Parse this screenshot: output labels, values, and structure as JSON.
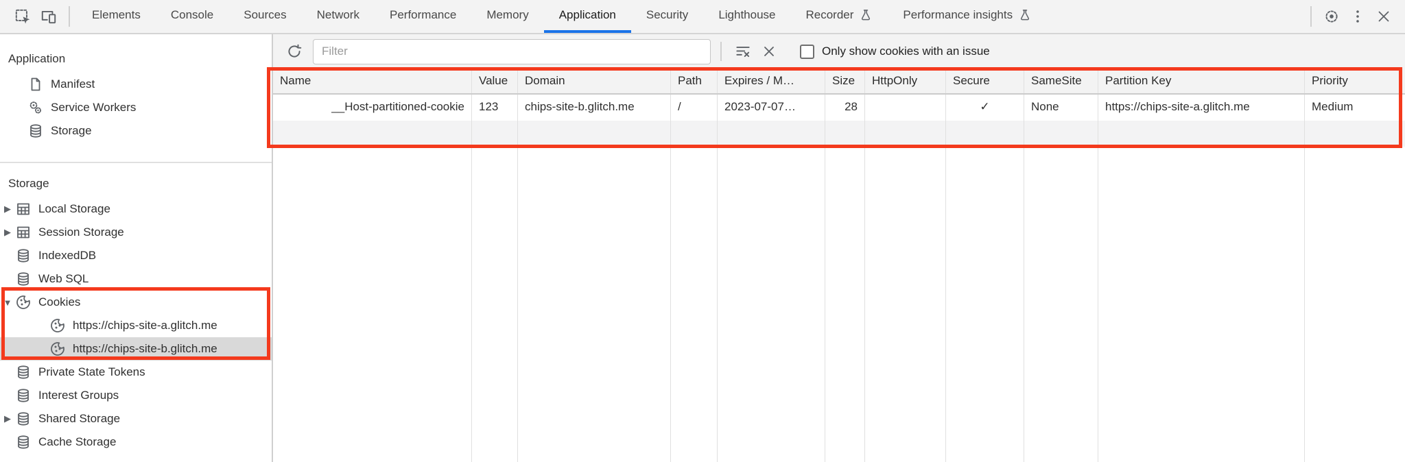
{
  "toolbar": {
    "tabs": [
      {
        "label": "Elements"
      },
      {
        "label": "Console"
      },
      {
        "label": "Sources"
      },
      {
        "label": "Network"
      },
      {
        "label": "Performance"
      },
      {
        "label": "Memory"
      },
      {
        "label": "Application",
        "selected": true
      },
      {
        "label": "Security"
      },
      {
        "label": "Lighthouse"
      },
      {
        "label": "Recorder",
        "flask": true
      },
      {
        "label": "Performance insights",
        "flask": true
      }
    ]
  },
  "sidebar": {
    "sections": [
      {
        "title": "Application",
        "items": [
          {
            "label": "Manifest",
            "icon": "manifest-file-icon"
          },
          {
            "label": "Service Workers",
            "icon": "service-workers-gears-icon"
          },
          {
            "label": "Storage",
            "icon": "database-icon"
          }
        ]
      },
      {
        "title": "Storage",
        "items": [
          {
            "label": "Local Storage",
            "icon": "table-grid-icon",
            "expander": "collapsed"
          },
          {
            "label": "Session Storage",
            "icon": "table-grid-icon",
            "expander": "collapsed"
          },
          {
            "label": "IndexedDB",
            "icon": "database-icon"
          },
          {
            "label": "Web SQL",
            "icon": "database-icon"
          },
          {
            "label": "Cookies",
            "icon": "cookie-icon",
            "expander": "expanded"
          },
          {
            "label": "https://chips-site-a.glitch.me",
            "icon": "cookie-icon",
            "child": true
          },
          {
            "label": "https://chips-site-b.glitch.me",
            "icon": "cookie-icon",
            "child": true,
            "selected": true
          },
          {
            "label": "Private State Tokens",
            "icon": "database-icon"
          },
          {
            "label": "Interest Groups",
            "icon": "database-icon"
          },
          {
            "label": "Shared Storage",
            "icon": "database-icon",
            "expander": "collapsed"
          },
          {
            "label": "Cache Storage",
            "icon": "database-icon"
          }
        ]
      }
    ]
  },
  "filterbar": {
    "placeholder": "Filter",
    "checkbox_label": "Only show cookies with an issue",
    "checkbox_checked": false
  },
  "cookie_table": {
    "columns": [
      "Name",
      "Value",
      "Domain",
      "Path",
      "Expires / M…",
      "Size",
      "HttpOnly",
      "Secure",
      "SameSite",
      "Partition Key",
      "Priority"
    ],
    "rows": [
      {
        "name": "__Host-partitioned-cookie",
        "value": "123",
        "domain": "chips-site-b.glitch.me",
        "path": "/",
        "expires": "2023-07-07…",
        "size": "28",
        "httponly": "",
        "secure": "✓",
        "samesite": "None",
        "partition_key": "https://chips-site-a.glitch.me",
        "priority": "Medium"
      }
    ]
  },
  "colors": {
    "accent_blue": "#1a73e8",
    "highlight_red": "#f43a1d",
    "selection_gray": "#d9d9d9"
  }
}
